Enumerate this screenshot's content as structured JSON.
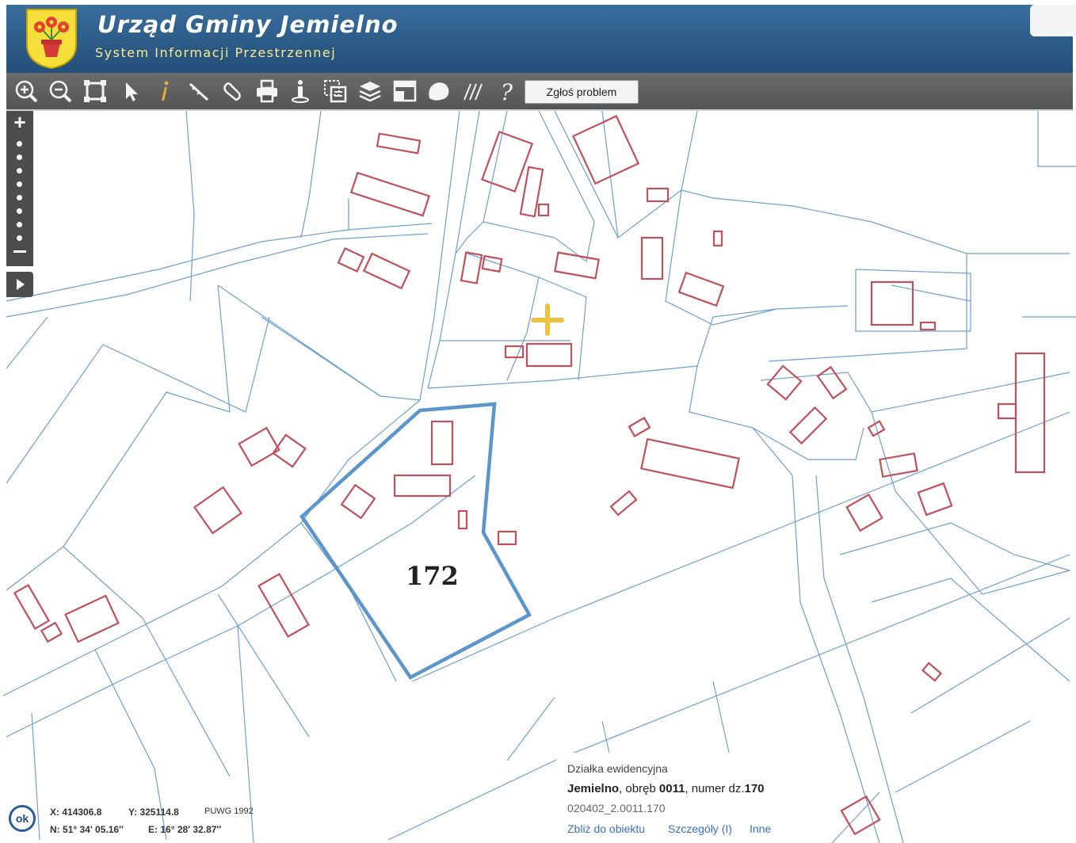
{
  "header": {
    "title": "Urząd Gminy Jemielno",
    "subtitle": "System Informacji Przestrzennej"
  },
  "toolbar": {
    "tools": [
      "zoom-in-icon",
      "zoom-out-icon",
      "full-extent-icon",
      "pointer-icon",
      "info-icon",
      "measure-distance-icon",
      "measure-area-icon",
      "print-icon",
      "identify-icon",
      "select-rectangle-icon",
      "layers-icon",
      "layout-icon",
      "boundary-icon",
      "hatch-icon",
      "help-icon"
    ],
    "report_label": "Zgłoś problem"
  },
  "map": {
    "parcel_label": "172",
    "colors": {
      "parcel_line": "#6b9fd2",
      "building": "#c0505a",
      "highlight": "#5b95cc",
      "marker": "#f0c23c"
    }
  },
  "coords": {
    "x_label": "X:",
    "x_value": "414306.8",
    "y_label": "Y:",
    "y_value": "325114.8",
    "system": "PUWG 1992",
    "n_label": "N:",
    "n_value": "51° 34′ 05.16″",
    "e_label": "E:",
    "e_value": "16° 28′ 32.87″",
    "ok_label": "ok"
  },
  "info": {
    "type": "Działka ewidencyjna",
    "place": "Jemielno",
    "sep1": ", obręb ",
    "obreb": "0011",
    "sep2": ", numer dz.",
    "number": "170",
    "identifier": "020402_2.0011.170",
    "links": [
      "Zbliż do obiektu",
      "Szczegóły (I)",
      "Inne"
    ]
  }
}
